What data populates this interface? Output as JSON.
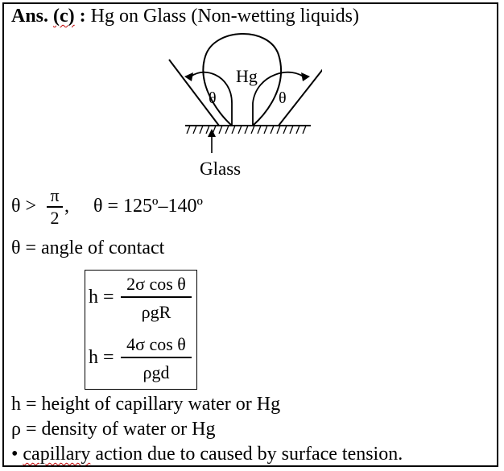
{
  "heading": {
    "ans_prefix": "Ans.",
    "ans_option": "(c)",
    "colon": " :",
    "title": "Hg on Glass (Non-wetting liquids)"
  },
  "diagram": {
    "liquid_label": "Hg",
    "theta_left": "θ",
    "theta_right": "θ",
    "surface_label": "Glass"
  },
  "condition": {
    "lhs": "θ >",
    "frac_num": "π",
    "frac_den": "2",
    "comma": ",",
    "range": "θ = 125º–140º"
  },
  "definition_theta": "θ = angle of contact",
  "formulas": [
    {
      "lhs": "h =",
      "numerator": "2σ cos θ",
      "denominator": "ρgR"
    },
    {
      "lhs": "h =",
      "numerator": "4σ cos θ",
      "denominator": "ρgd"
    }
  ],
  "notes": [
    "h = height of capillary water or Hg",
    "ρ = density of water or Hg"
  ],
  "bullet": {
    "symbol": "•",
    "word": "capillary",
    "rest": " action due to caused by surface tension."
  }
}
